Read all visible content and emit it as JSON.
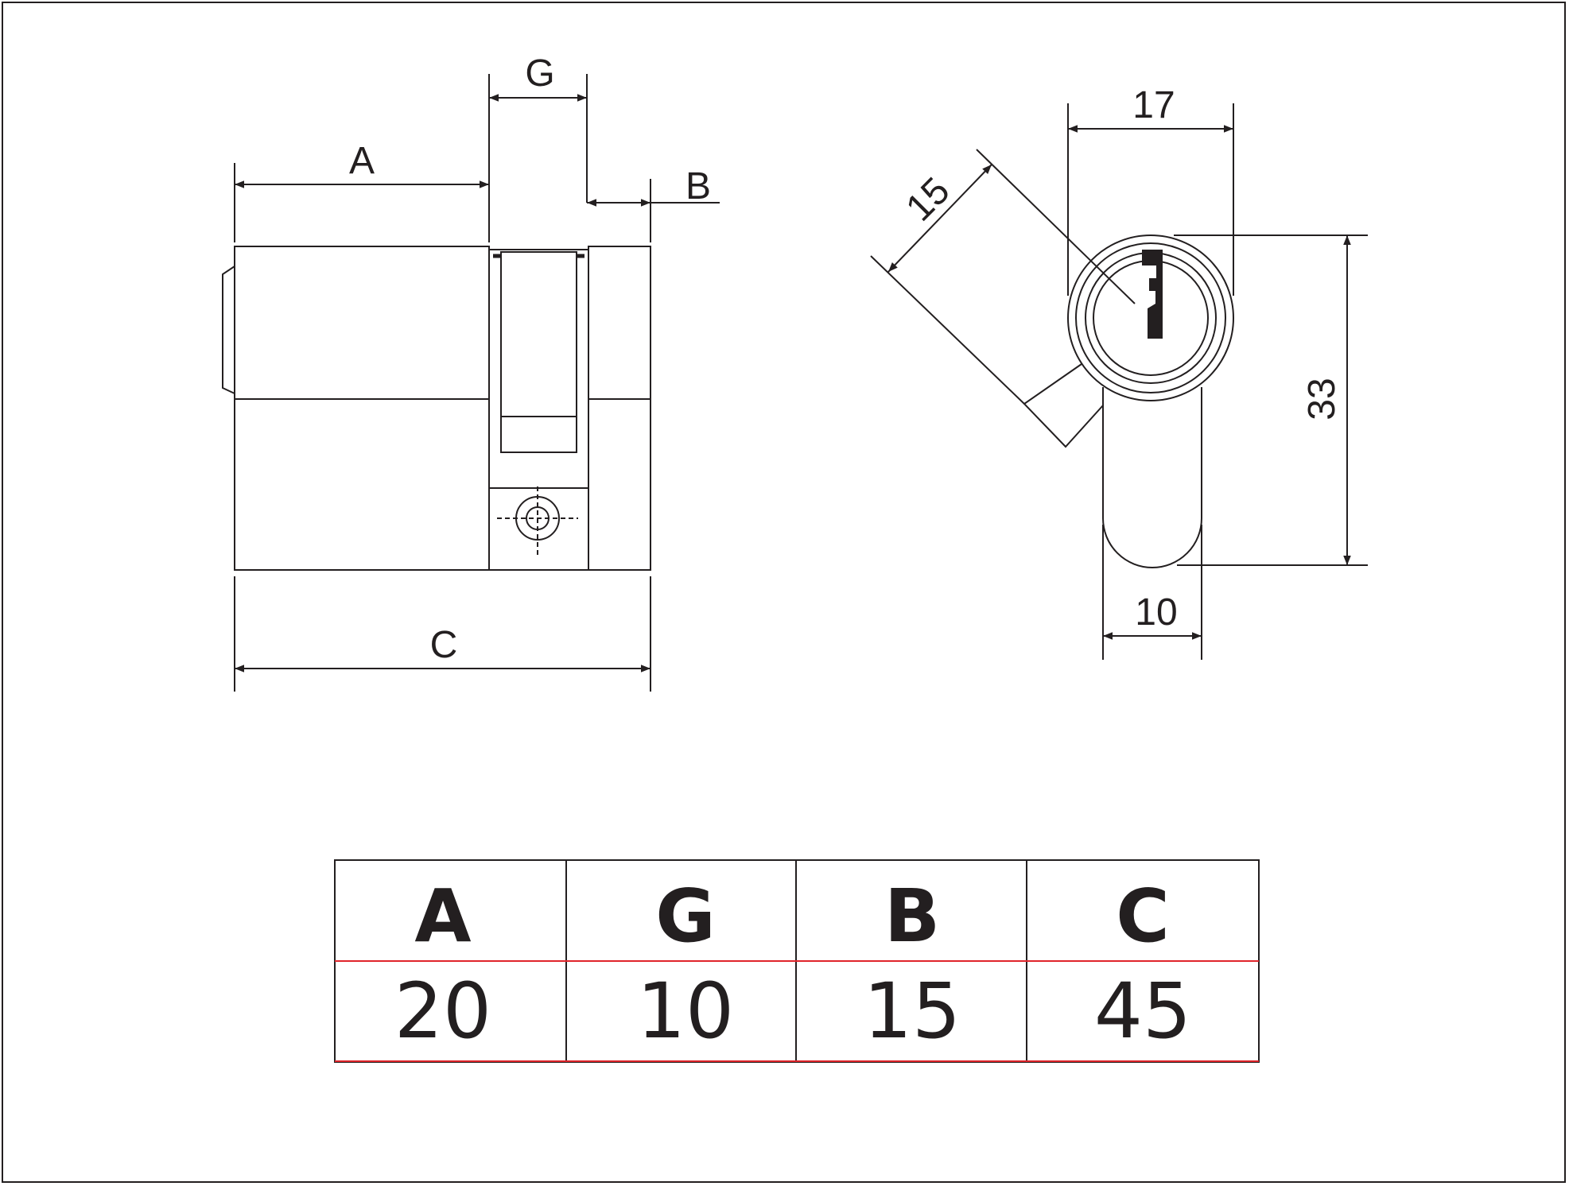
{
  "side_view": {
    "dim_a": "A",
    "dim_g": "G",
    "dim_b": "B",
    "dim_c": "C"
  },
  "front_view": {
    "dim_17": "17",
    "dim_15": "15",
    "dim_33": "33",
    "dim_10": "10"
  },
  "table": {
    "headers": [
      "A",
      "G",
      "B",
      "C"
    ],
    "values": [
      "20",
      "10",
      "15",
      "45"
    ]
  },
  "colors": {
    "line": "#231f20",
    "divider": "#e0252b"
  }
}
